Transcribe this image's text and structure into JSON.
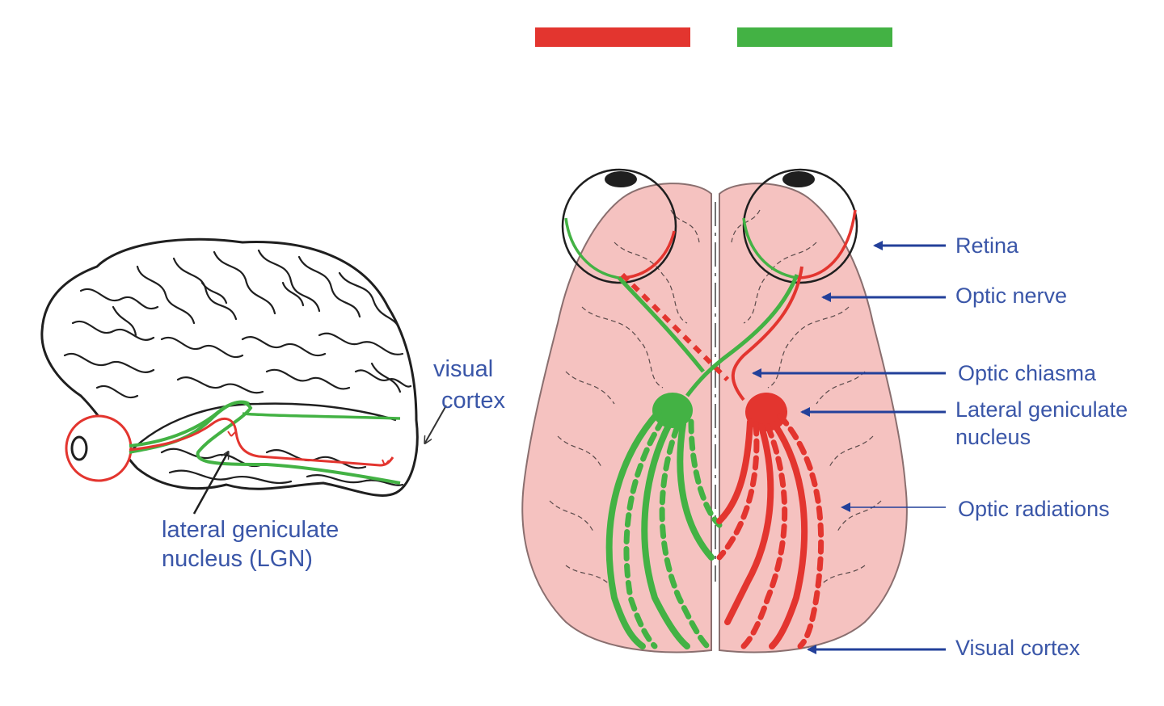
{
  "colors": {
    "red": "#e3352f",
    "green": "#43b244",
    "label_blue": "#3a56a8",
    "arrow_blue": "#23409a",
    "brain_pink": "#f5c2c0",
    "outline": "#222222"
  },
  "legend": [
    {
      "color": "#e3352f"
    },
    {
      "color": "#43b244"
    }
  ],
  "side_view": {
    "label_visual_cortex_line1": "visual",
    "label_visual_cortex_line2": "cortex",
    "label_lgn_line1": "lateral geniculate",
    "label_lgn_line2": "nucleus (LGN)"
  },
  "top_view": {
    "labels": {
      "retina": "Retina",
      "optic_nerve": "Optic nerve",
      "optic_chiasma": "Optic chiasma",
      "lgn_line1": "Lateral geniculate",
      "lgn_line2": "nucleus",
      "optic_radiations": "Optic radiations",
      "visual_cortex": "Visual cortex"
    }
  }
}
